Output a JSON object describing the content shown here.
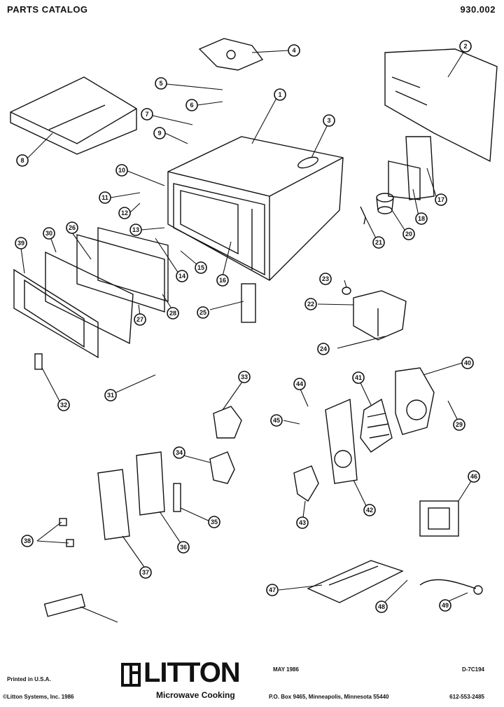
{
  "header": {
    "title": "PARTS CATALOG",
    "catalog_number": "930.002"
  },
  "callouts": [
    "1",
    "2",
    "3",
    "4",
    "5",
    "6",
    "7",
    "8",
    "9",
    "10",
    "11",
    "12",
    "13",
    "14",
    "15",
    "16",
    "17",
    "18",
    "20",
    "21",
    "22",
    "23",
    "24",
    "25",
    "26",
    "27",
    "28",
    "29",
    "30",
    "31",
    "32",
    "33",
    "34",
    "35",
    "36",
    "37",
    "38",
    "39",
    "40",
    "41",
    "42",
    "43",
    "44",
    "45",
    "46",
    "47",
    "48",
    "49"
  ],
  "footer": {
    "printed": "Printed in U.S.A.",
    "copyright": "©Litton Systems, Inc. 1986",
    "brand": "LITTON",
    "brand_sub": "Microwave Cooking",
    "date": "MAY  1986",
    "doc_number": "D-7C194",
    "address": "P.O. Box 9465, Minneapolis, Minnesota 55440",
    "phone": "612-553-2485"
  }
}
